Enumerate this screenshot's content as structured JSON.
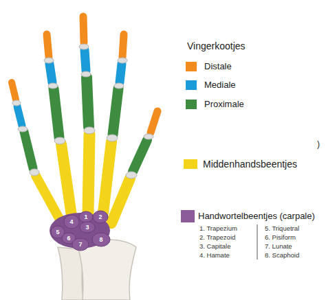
{
  "diagram": {
    "labels": [
      "Vingerkootjes",
      ")",
      "1. Trapezium",
      "2. Trapezoid",
      "3. Capitale",
      "4. Hamate",
      "5. Triquetral",
      "6. Pisiform",
      "7. Lunate",
      "8. Scaphoid",
      "4",
      "1",
      "2",
      "3",
      "5",
      "6",
      "8",
      "7"
    ],
    "legend": [
      {
        "text": "Distale",
        "color": "#f28c1e"
      },
      {
        "text": "Mediale",
        "color": "#1b9bd7"
      },
      {
        "text": "Proximale",
        "color": "#3d8c40"
      },
      {
        "text": "Middenhandsbeentjes",
        "color": "#f3d41a"
      },
      {
        "text": "Handwortelbeentjes (carpale)",
        "color": "#8b5c99"
      }
    ]
  }
}
